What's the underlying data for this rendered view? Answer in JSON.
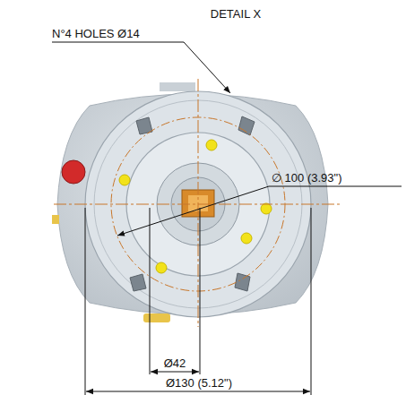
{
  "diagram": {
    "title": "DETAIL X",
    "labels": [
      "N°4 HOLES Ø14",
      "∅ 100 (3.93\")",
      "Ø42",
      "Ø130 (5.12\")"
    ]
  }
}
